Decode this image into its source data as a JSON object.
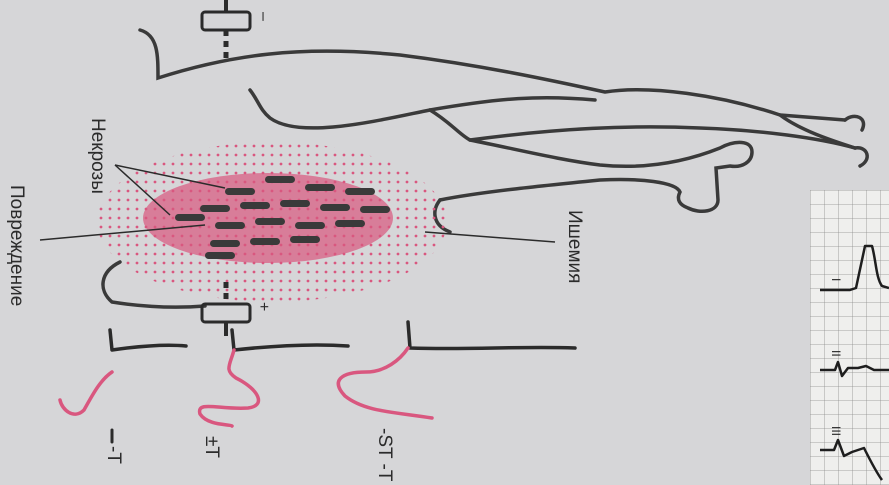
{
  "labels": {
    "necrosis": "Некрозы",
    "injury": "Повреждение",
    "ischemia": "Ишемия",
    "lead_top_polarity": "–",
    "lead_bottom_polarity": "+",
    "wave_st_t": "-ST -T",
    "wave_pm_t": "±T",
    "wave_neg_t": "-T"
  },
  "ecg_panel": {
    "leads": [
      "I",
      "II",
      "III"
    ]
  },
  "colors": {
    "background": "#d6d6d8",
    "outline": "#3a3a3a",
    "zone_pink": "#d9577f",
    "zone_dark": "#3a3a3a",
    "wave_pink": "#d9577f"
  }
}
